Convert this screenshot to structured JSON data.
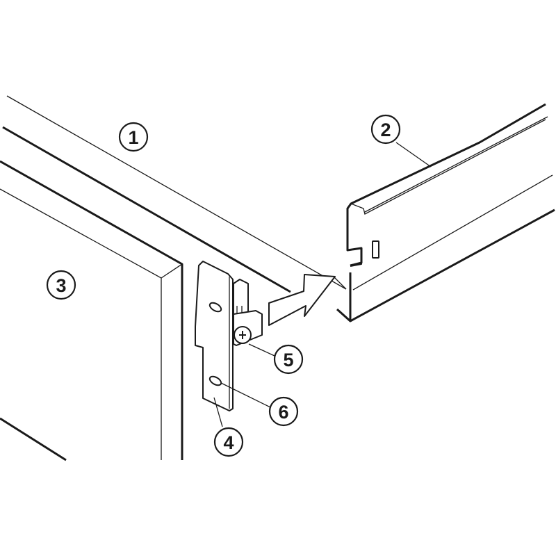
{
  "callouts": {
    "drawer_front": "1",
    "drawer_side_rail": "2",
    "door_panel": "3",
    "front_bracket": "4",
    "adjustment_screw": "5",
    "mounting_hole": "6"
  },
  "colors": {
    "line": "#1a1a1a",
    "background": "#ffffff"
  }
}
